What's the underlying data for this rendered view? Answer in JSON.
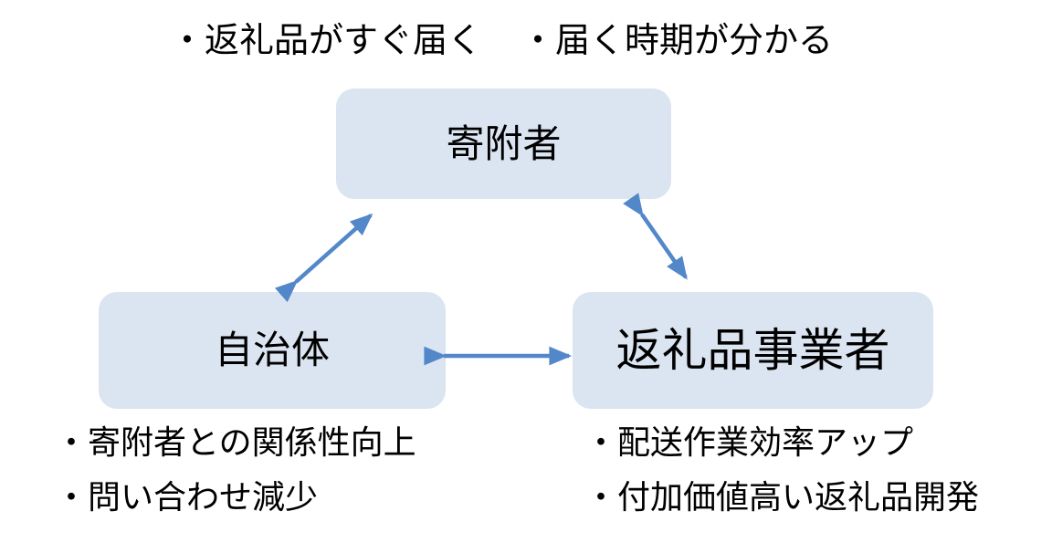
{
  "diagram": {
    "background": "#ffffff",
    "colors": {
      "node_fill": "#dbe5f1",
      "arrow": "#5287c9",
      "text": "#000000"
    },
    "top_notes": {
      "item1": "・返礼品がすぐ届く",
      "item2": "・届く時期が分かる"
    },
    "nodes": {
      "donor": {
        "label": "寄附者"
      },
      "municipality": {
        "label": "自治体"
      },
      "gift_provider": {
        "label": "返礼品事業者"
      }
    },
    "municipality_notes": {
      "item1": "・寄附者との関係性向上",
      "item2": "・問い合わせ減少"
    },
    "provider_notes": {
      "item1": "・配送作業効率アップ",
      "item2": "・付加価値高い返礼品開発"
    }
  }
}
